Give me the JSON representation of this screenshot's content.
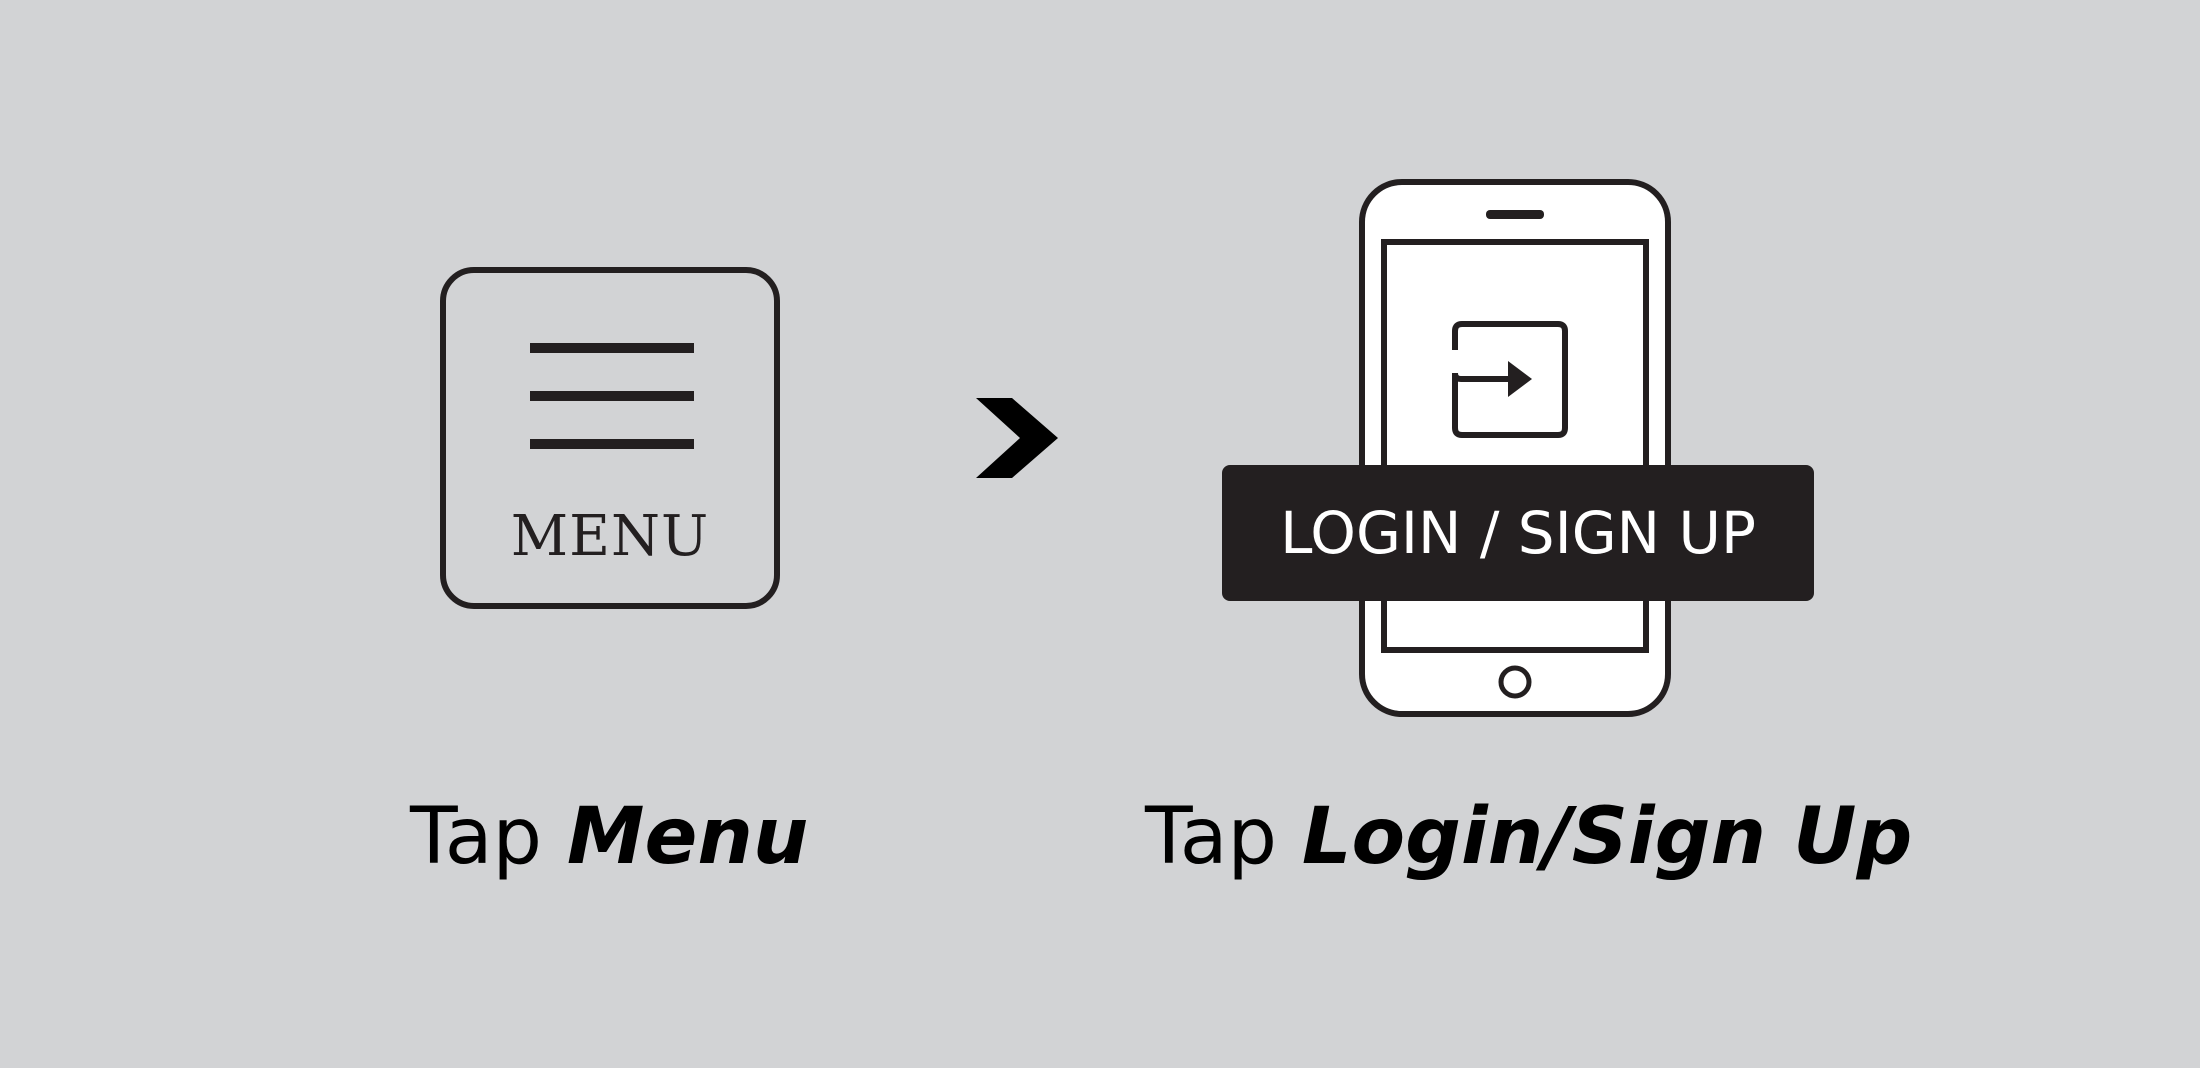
{
  "menu_icon": {
    "label": "MENU"
  },
  "login_banner": {
    "label": "LOGIN / SIGN UP"
  },
  "captions": {
    "step1": {
      "prefix": "Tap ",
      "emphasis": "Menu"
    },
    "step2": {
      "prefix": "Tap ",
      "emphasis": "Login/Sign Up"
    }
  },
  "icons": {
    "menu": "hamburger-menu-icon",
    "next": "chevron-right-icon",
    "phone": "smartphone-icon",
    "login": "login-arrow-icon"
  },
  "colors": {
    "background": "#d2d3d5",
    "ink": "#231f20",
    "banner_text": "#ffffff"
  }
}
